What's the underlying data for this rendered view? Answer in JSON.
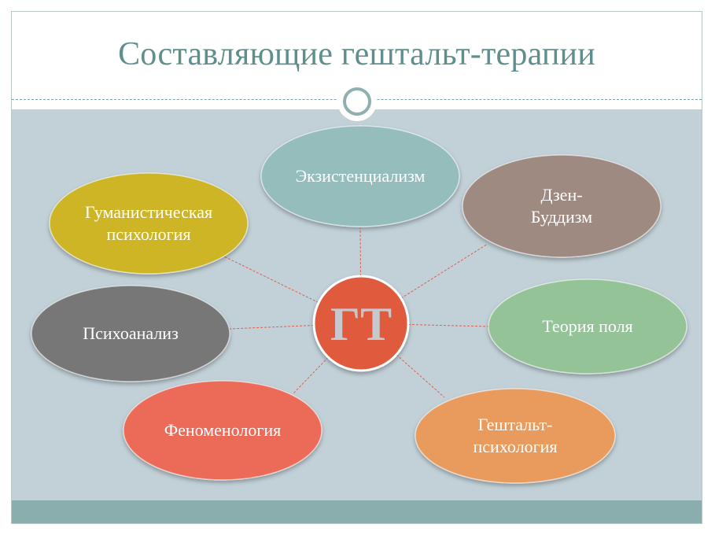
{
  "title": "Составляющие гештальт-терапии",
  "center": {
    "label": "ГТ",
    "color": "#e05a3c"
  },
  "nodes": [
    {
      "id": "existentialism",
      "lines": [
        "Экзистенциализм"
      ],
      "color": "#94bdbb"
    },
    {
      "id": "zen-buddhism",
      "lines": [
        "Дзен-",
        "Буддизм"
      ],
      "color": "#9e8a80"
    },
    {
      "id": "field-theory",
      "lines": [
        "Теория поля"
      ],
      "color": "#93c397"
    },
    {
      "id": "gestalt-psychology",
      "lines": [
        "Гештальт-",
        "психология"
      ],
      "color": "#e89b5c"
    },
    {
      "id": "phenomenology",
      "lines": [
        "Феноменология"
      ],
      "color": "#ec6a58"
    },
    {
      "id": "psychoanalysis",
      "lines": [
        "Психоанализ"
      ],
      "color": "#777777"
    },
    {
      "id": "humanistic-psychology",
      "lines": [
        "Гуманистическая",
        "психология"
      ],
      "color": "#cdb526"
    }
  ],
  "colors": {
    "title": "#5f8f8c",
    "content_bg": "#c2d1d8",
    "footer_bg": "#8aadad",
    "connector": "#e0604c"
  }
}
